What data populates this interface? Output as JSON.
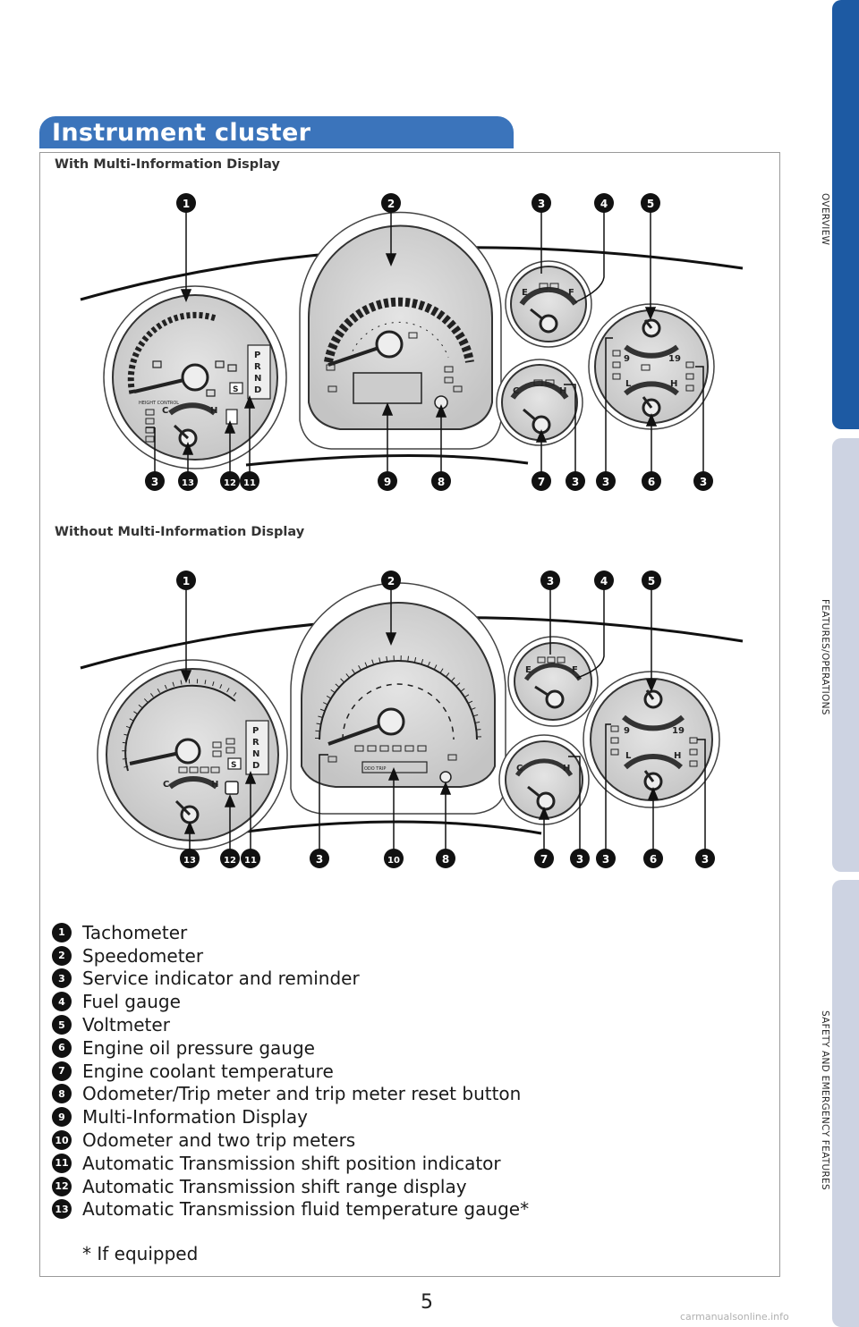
{
  "header": {
    "title": "Instrument cluster"
  },
  "side_nav": {
    "tabs": [
      {
        "label": "OVERVIEW",
        "active": true
      },
      {
        "label": "FEATURES/OPERATIONS",
        "active": false
      },
      {
        "label": "SAFETY AND EMERGENCY FEATURES",
        "active": false
      }
    ]
  },
  "sections": {
    "with_mid": "With Multi-Information Display",
    "without_mid": "Without Multi-Information Display"
  },
  "diagram_with": {
    "top_callouts": [
      "1",
      "2",
      "3",
      "4",
      "5"
    ],
    "bottom_callouts": [
      "3",
      "13",
      "12",
      "11",
      "9",
      "8",
      "7",
      "3",
      "3",
      "6",
      "3"
    ]
  },
  "diagram_without": {
    "top_callouts": [
      "1",
      "2",
      "3",
      "4",
      "5"
    ],
    "bottom_callouts": [
      "13",
      "12",
      "11",
      "3",
      "10",
      "8",
      "7",
      "3",
      "3",
      "6",
      "3"
    ]
  },
  "gauge_labels": {
    "cold": "C",
    "hot": "H",
    "empty": "E",
    "full": "F",
    "low": "L",
    "volt_low": "9",
    "volt_high": "19",
    "prnd": [
      "P",
      "R",
      "N",
      "D"
    ],
    "sport": "S",
    "height_control": "HEIGHT CONTROL",
    "odo": "ODO TRIP"
  },
  "legend": [
    {
      "num": "1",
      "text": "Tachometer"
    },
    {
      "num": "2",
      "text": "Speedometer"
    },
    {
      "num": "3",
      "text": "Service indicator and reminder"
    },
    {
      "num": "4",
      "text": "Fuel gauge"
    },
    {
      "num": "5",
      "text": "Voltmeter"
    },
    {
      "num": "6",
      "text": "Engine oil pressure gauge"
    },
    {
      "num": "7",
      "text": "Engine coolant temperature"
    },
    {
      "num": "8",
      "text": "Odometer/Trip meter and trip meter reset button"
    },
    {
      "num": "9",
      "text": "Multi-Information Display"
    },
    {
      "num": "10",
      "text": "Odometer and two trip meters"
    },
    {
      "num": "11",
      "text": "Automatic Transmission shift position indicator"
    },
    {
      "num": "12",
      "text": "Automatic Transmission shift range display"
    },
    {
      "num": "13",
      "text": "Automatic Transmission fluid temperature gauge*"
    }
  ],
  "footnote": "* If equipped",
  "page_number": "5",
  "watermark": "carmanualsonline.info",
  "colors": {
    "brand_blue": "#1d5aa3",
    "header_blue": "#3b74bb",
    "tab_inactive": "#cdd3e2",
    "gauge_face": "#d4d4d4"
  }
}
